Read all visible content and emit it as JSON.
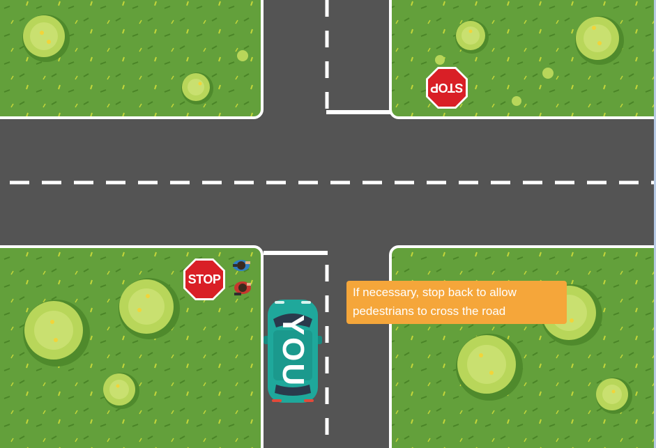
{
  "scene": {
    "colors": {
      "grass": "#63a03b",
      "grass_dark": "#4f8a2c",
      "road": "#545454",
      "road_edge": "#ffffff",
      "lane_marking": "#ffffff",
      "stop_sign": "#d91f26",
      "car": "#1fa89b",
      "hint_background": "#f5a63a"
    },
    "stop_signs": [
      {
        "name": "stop-sign-top",
        "text": "STOP",
        "orientation": "upside-down"
      },
      {
        "name": "stop-sign-bottom",
        "text": "STOP",
        "orientation": "upright"
      }
    ],
    "player_car": {
      "label": "YOU",
      "heading": "north"
    },
    "pedestrians": [
      {
        "name": "pedestrian-blue",
        "shirt_color": "#2f7fc1"
      },
      {
        "name": "pedestrian-red",
        "shirt_color": "#c6372e"
      }
    ],
    "hint": {
      "line1": "If necessary, stop back to allow",
      "line2": "pedestrians to cross the road"
    }
  }
}
